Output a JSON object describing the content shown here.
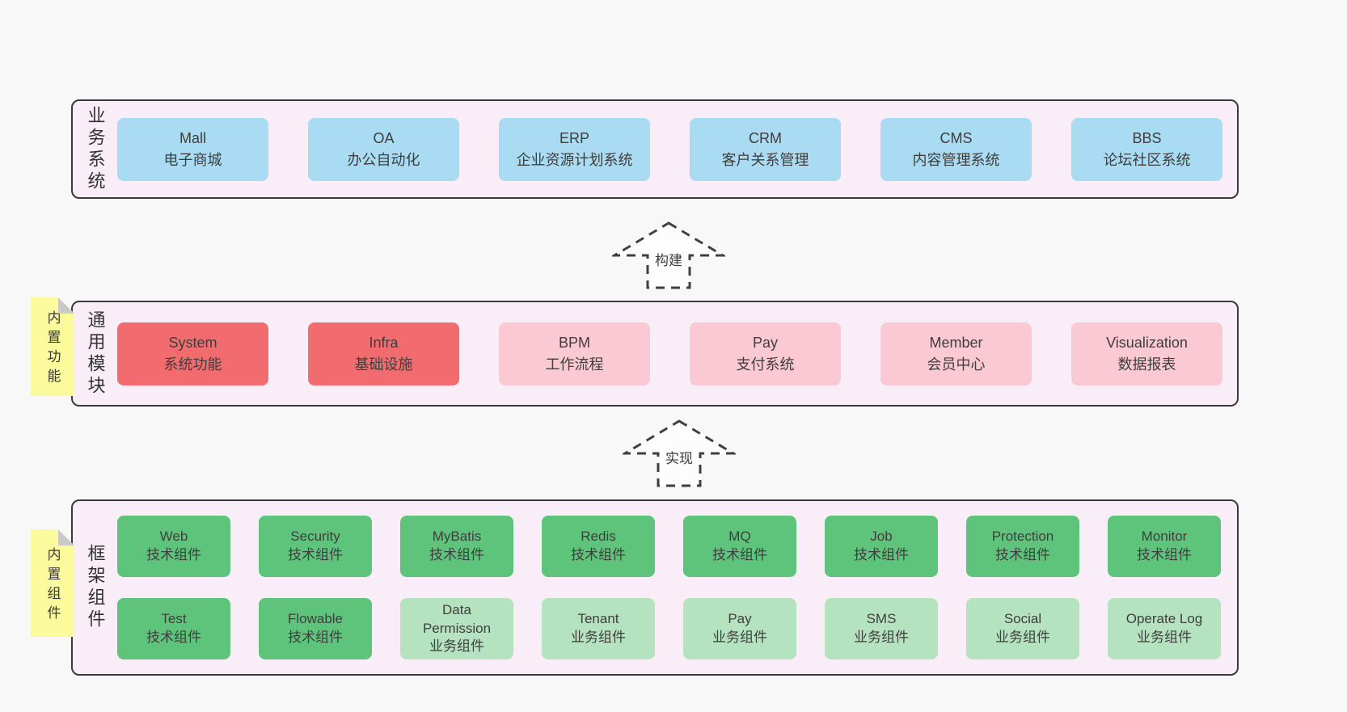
{
  "colors": {
    "page-bg": "#f8f8f8",
    "panel-bg": "#f9eef7",
    "panel-border": "#3a3a3a",
    "box-blue": "#a9dbf2",
    "box-red": "#f16b6f",
    "box-pink": "#fac9d3",
    "box-green": "#5ec47b",
    "box-green-light": "#b5e3bf",
    "note-yellow": "#fbfb9e",
    "note-fold": "#c9c9c9",
    "text": "#3e3e3e"
  },
  "layers": {
    "business": {
      "side_label": "业务系统",
      "boxes": [
        {
          "name": "Mall",
          "desc": "电子商城",
          "variant": "blue"
        },
        {
          "name": "OA",
          "desc": "办公自动化",
          "variant": "blue"
        },
        {
          "name": "ERP",
          "desc": "企业资源计划系统",
          "variant": "blue"
        },
        {
          "name": "CRM",
          "desc": "客户关系管理",
          "variant": "blue"
        },
        {
          "name": "CMS",
          "desc": "内容管理系统",
          "variant": "blue"
        },
        {
          "name": "BBS",
          "desc": "论坛社区系统",
          "variant": "blue"
        }
      ]
    },
    "modules": {
      "side_label": "通用模块",
      "note": "内置功能",
      "boxes": [
        {
          "name": "System",
          "desc": "系统功能",
          "variant": "red"
        },
        {
          "name": "Infra",
          "desc": "基础设施",
          "variant": "red"
        },
        {
          "name": "BPM",
          "desc": "工作流程",
          "variant": "pink"
        },
        {
          "name": "Pay",
          "desc": "支付系统",
          "variant": "pink"
        },
        {
          "name": "Member",
          "desc": "会员中心",
          "variant": "pink"
        },
        {
          "name": "Visualization",
          "desc": "数据报表",
          "variant": "pink"
        }
      ]
    },
    "components": {
      "side_label": "框架组件",
      "note": "内置组件",
      "row1": [
        {
          "name": "Web",
          "desc": "技术组件",
          "variant": "green"
        },
        {
          "name": "Security",
          "desc": "技术组件",
          "variant": "green"
        },
        {
          "name": "MyBatis",
          "desc": "技术组件",
          "variant": "green"
        },
        {
          "name": "Redis",
          "desc": "技术组件",
          "variant": "green"
        },
        {
          "name": "MQ",
          "desc": "技术组件",
          "variant": "green"
        },
        {
          "name": "Job",
          "desc": "技术组件",
          "variant": "green"
        },
        {
          "name": "Protection",
          "desc": "技术组件",
          "variant": "green"
        },
        {
          "name": "Monitor",
          "desc": "技术组件",
          "variant": "green"
        }
      ],
      "row2": [
        {
          "name": "Test",
          "desc": "技术组件",
          "variant": "green"
        },
        {
          "name": "Flowable",
          "desc": "技术组件",
          "variant": "green"
        },
        {
          "name": "Data Permission",
          "desc": "业务组件",
          "variant": "green-light"
        },
        {
          "name": "Tenant",
          "desc": "业务组件",
          "variant": "green-light"
        },
        {
          "name": "Pay",
          "desc": "业务组件",
          "variant": "green-light"
        },
        {
          "name": "SMS",
          "desc": "业务组件",
          "variant": "green-light"
        },
        {
          "name": "Social",
          "desc": "业务组件",
          "variant": "green-light"
        },
        {
          "name": "Operate Log",
          "desc": "业务组件",
          "variant": "green-light"
        }
      ]
    },
    "arrows": {
      "build": "构建",
      "implement": "实现"
    }
  }
}
